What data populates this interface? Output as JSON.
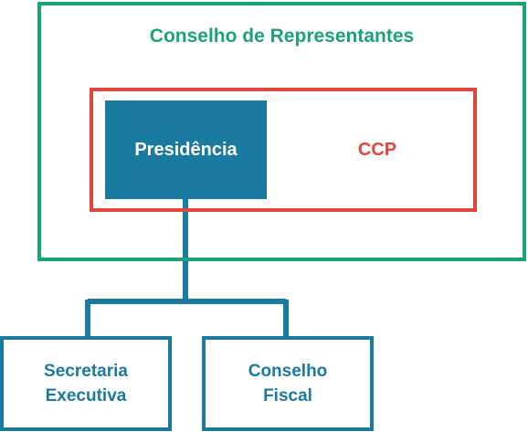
{
  "org": {
    "outer_title": "Conselho de Representantes",
    "ccp_label": "CCP",
    "presidency_label": "Presidência",
    "children": [
      {
        "line1": "Secretaria",
        "line2": "Executiva"
      },
      {
        "line1": "Conselho",
        "line2": "Fiscal"
      }
    ]
  },
  "colors": {
    "green": "#1aa27a",
    "red": "#e2463a",
    "blue": "#1a7aa0"
  }
}
